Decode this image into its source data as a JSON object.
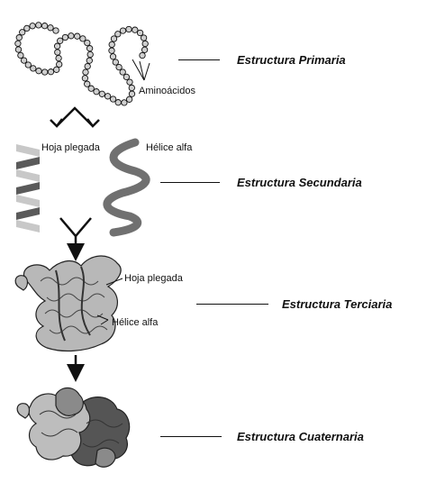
{
  "levels": {
    "primary": "Estructura Primaria",
    "secondary": "Estructura Secundaria",
    "tertiary": "Estructura Terciaria",
    "quaternary": "Estructura Cuaternaria"
  },
  "annotations": {
    "amino_acids": "Aminoácidos",
    "sheet_secondary": "Hoja plegada",
    "helix_secondary": "Hélice alfa",
    "sheet_tertiary": "Hoja plegada",
    "helix_tertiary": "Hélice alfa"
  },
  "colors": {
    "line": "#111111",
    "bead": "#cfcfcf",
    "sheet_light": "#c8c8c8",
    "sheet_dark": "#5a5a5a",
    "helix": "#707070",
    "tertiary_fill": "#b8b8b8",
    "quat_light": "#bdbdbd",
    "quat_mid": "#8a8a8a",
    "quat_dark": "#555555"
  }
}
